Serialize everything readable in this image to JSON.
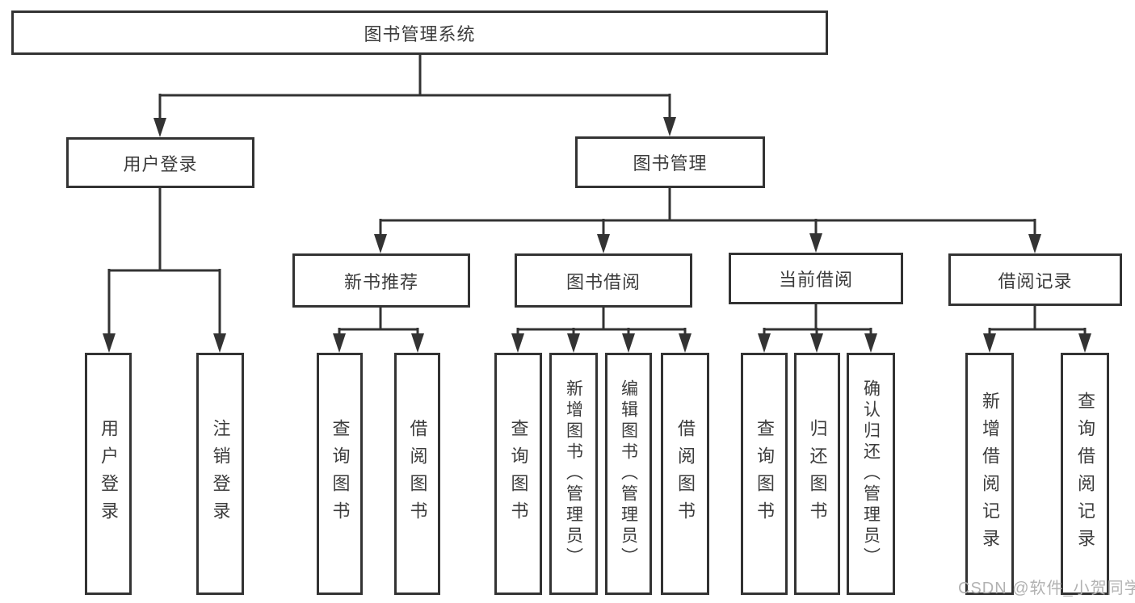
{
  "tree": {
    "root": "图书管理系统",
    "branches": [
      {
        "label": "用户登录",
        "children": [
          "用户登录",
          "注销登录"
        ]
      },
      {
        "label": "图书管理",
        "groups": [
          {
            "label": "新书推荐",
            "children": [
              "查询图书",
              "借阅图书"
            ]
          },
          {
            "label": "图书借阅",
            "children": [
              "查询图书",
              "新增图书（管理员）",
              "编辑图书（管理员）",
              "借阅图书"
            ]
          },
          {
            "label": "当前借阅",
            "children": [
              "查询图书",
              "归还图书",
              "确认归还（管理员）"
            ]
          },
          {
            "label": "借阅记录",
            "children": [
              "新增借阅记录",
              "查询借阅记录"
            ]
          }
        ]
      }
    ]
  },
  "colors": {
    "line": "#333333",
    "text": "#3c3c3c",
    "watermark": "#b2b2b2"
  },
  "watermark": {
    "text": "CSDN @软件_小贺同学"
  }
}
